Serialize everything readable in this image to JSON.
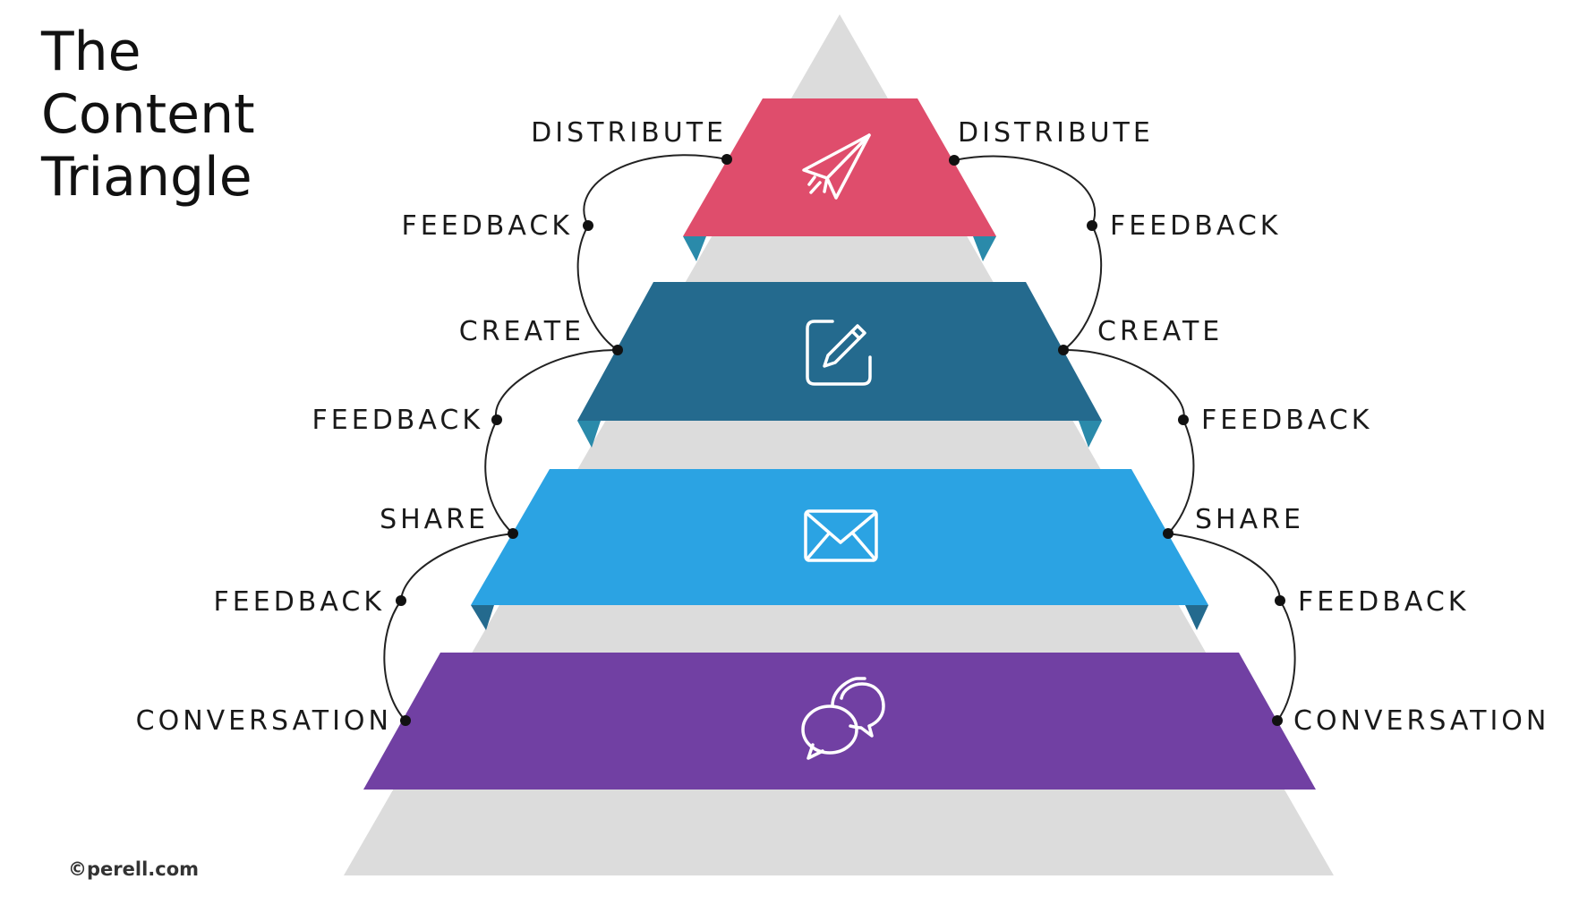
{
  "title": {
    "line1": "The",
    "line2": "Content",
    "line3": "Triangle"
  },
  "credit": "©perell.com",
  "colors": {
    "pyramid_gray": "#dcdcdc",
    "distribute_band": "#df4d6c",
    "create_band": "#246a8e",
    "share_band": "#2ba3e3",
    "conversation_band": "#7140a3",
    "fold": "#2a8aaa"
  },
  "tiers": [
    {
      "name": "distribute",
      "icon": "paper-plane-icon",
      "color": "#df4d6c"
    },
    {
      "name": "create",
      "icon": "pencil-edit-icon",
      "color": "#246a8e"
    },
    {
      "name": "share",
      "icon": "envelope-icon",
      "color": "#2ba3e3"
    },
    {
      "name": "conversation",
      "icon": "chat-bubbles-icon",
      "color": "#7140a3"
    }
  ],
  "labels": {
    "left": {
      "distribute": "DISTRIBUTE",
      "feedback1": "FEEDBACK",
      "create": "CREATE",
      "feedback2": "FEEDBACK",
      "share": "SHARE",
      "feedback3": "FEEDBACK",
      "conversation": "CONVERSATION"
    },
    "right": {
      "distribute": "DISTRIBUTE",
      "feedback1": "FEEDBACK",
      "create": "CREATE",
      "feedback2": "FEEDBACK",
      "share": "SHARE",
      "feedback3": "FEEDBACK",
      "conversation": "CONVERSATION"
    }
  }
}
